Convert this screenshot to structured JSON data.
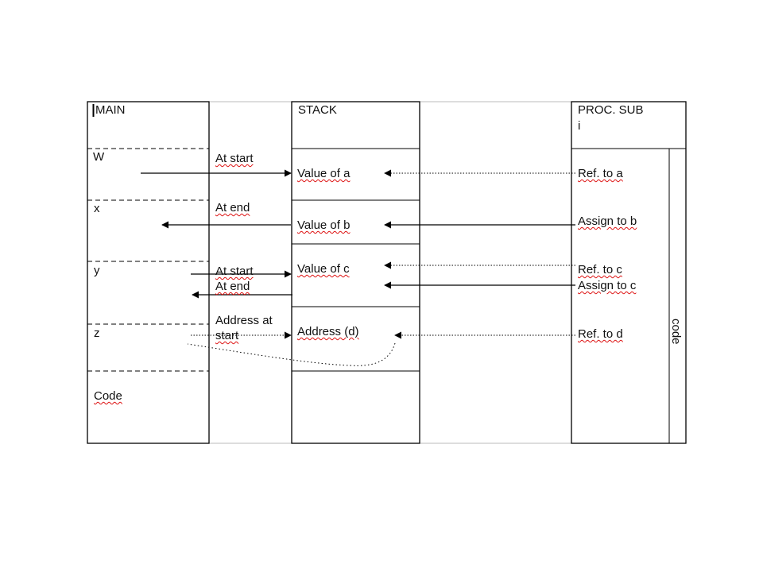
{
  "main": {
    "title": "MAIN",
    "vars": {
      "w": "W",
      "x": "x",
      "y": "y",
      "z": "z"
    },
    "code": "Code"
  },
  "middle": {
    "w_label": "At start",
    "x_label": "At end",
    "y_label_start": "At start",
    "y_label_end": "At end",
    "z_label_line1": "Address at",
    "z_label_line2": "start"
  },
  "stack": {
    "title": "STACK",
    "value_a": "Value of a",
    "value_b": "Value of b",
    "value_c": "Value of c",
    "address_d": "Address (d)"
  },
  "proc": {
    "title_line1": "PROC. SUB",
    "title_line2": "i",
    "ref_a": "Ref. to a",
    "assign_b": "Assign to b",
    "ref_c": "Ref. to c",
    "assign_c": "Assign to c",
    "ref_d": "Ref. to d",
    "code": "code"
  }
}
